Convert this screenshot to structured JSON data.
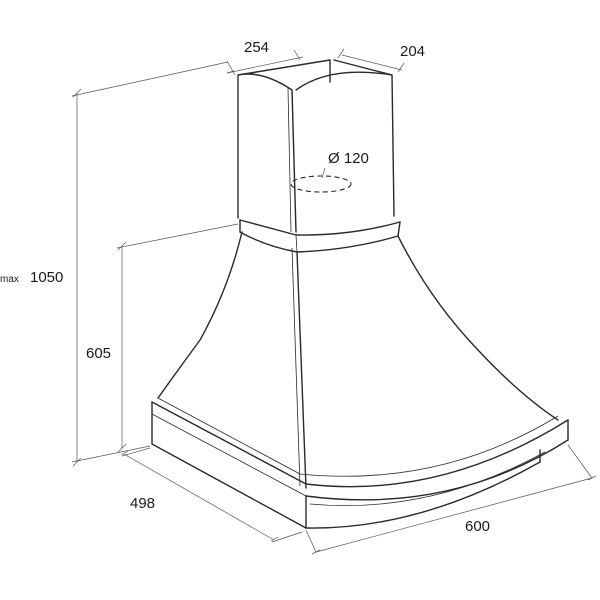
{
  "dimensions": {
    "chimney_width": "254",
    "chimney_depth": "204",
    "duct_diameter": "Ø 120",
    "total_height_prefix": "max",
    "total_height": "1050",
    "hood_height": "605",
    "hood_depth": "498",
    "hood_width": "600"
  },
  "colors": {
    "line": "#2a2a2a",
    "dimension_line": "#555555",
    "background": "#ffffff"
  }
}
